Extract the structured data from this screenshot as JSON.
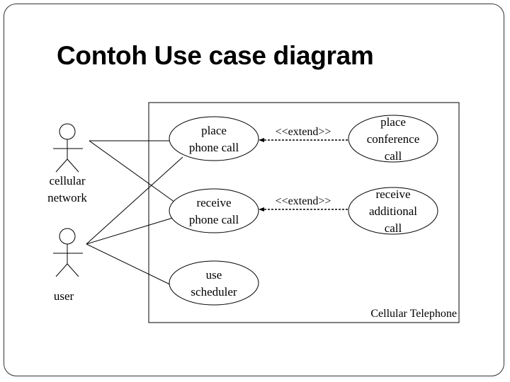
{
  "slide": {
    "title": "Contoh Use case diagram"
  },
  "diagram": {
    "system_boundary_label": "Cellular Telephone",
    "actors": [
      {
        "id": "cellular-network",
        "label": "cellular\nnetwork"
      },
      {
        "id": "user",
        "label": "user"
      }
    ],
    "use_cases": [
      {
        "id": "place-phone-call",
        "label": "place\nphone call"
      },
      {
        "id": "receive-phone-call",
        "label": "receive\nphone call"
      },
      {
        "id": "use-scheduler",
        "label": "use\nscheduler"
      },
      {
        "id": "place-conference-call",
        "label": "place\nconference\ncall"
      },
      {
        "id": "receive-additional-call",
        "label": "receive\nadditional\ncall"
      }
    ],
    "relationships": [
      {
        "from": "place-conference-call",
        "to": "place-phone-call",
        "stereotype": "<<extend>>"
      },
      {
        "from": "receive-additional-call",
        "to": "receive-phone-call",
        "stereotype": "<<extend>>"
      }
    ]
  }
}
